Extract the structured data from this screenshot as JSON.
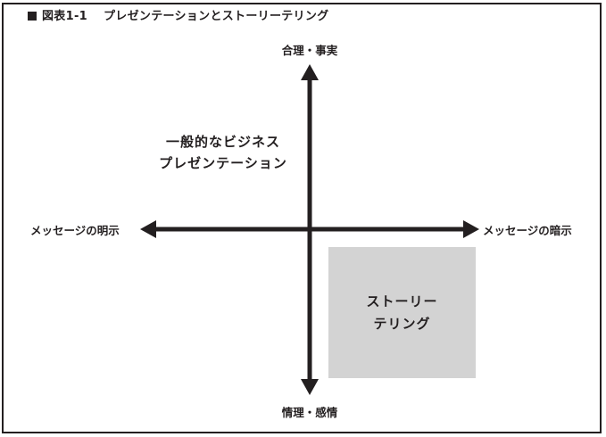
{
  "figure": {
    "number_label": "図表1-1",
    "title": "プレゼンテーションとストーリーテリング"
  },
  "axes": {
    "top_label": "合理・事実",
    "bottom_label": "情理・感情",
    "left_label": "メッセージの明示",
    "right_label": "メッセージの暗示"
  },
  "quadrants": {
    "upper_left": {
      "line1": "一般的なビジネス",
      "line2": "プレゼンテーション"
    },
    "lower_right": {
      "line1": "ストーリー",
      "line2": "テリング",
      "fill_color": "#d3d3d3"
    }
  },
  "colors": {
    "ink": "#231f20",
    "background": "#ffffff"
  }
}
